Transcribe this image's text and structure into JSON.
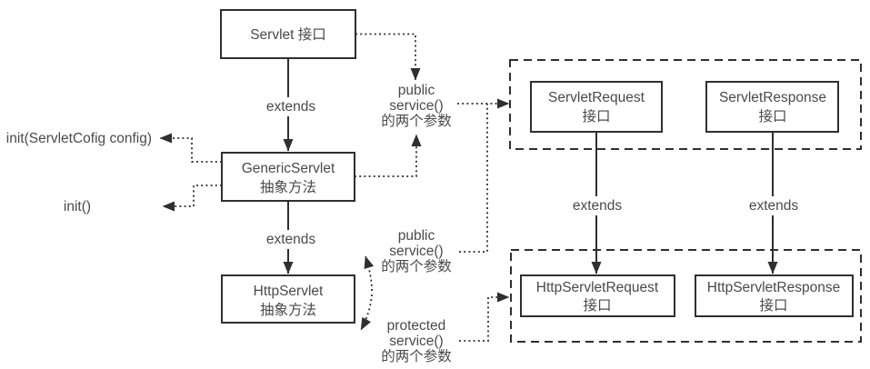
{
  "colors": {
    "line": "#2f2f2f",
    "text": "#4a4a4a",
    "bg": "#ffffff"
  },
  "nodes": {
    "servlet": {
      "title": "Servlet 接口"
    },
    "generic_servlet": {
      "title": "GenericServlet",
      "subtitle": "抽象方法"
    },
    "http_servlet": {
      "title": "HttpServlet",
      "subtitle": "抽象方法"
    },
    "servlet_request": {
      "title": "ServletRequest",
      "subtitle": "接口"
    },
    "servlet_response": {
      "title": "ServletResponse",
      "subtitle": "接口"
    },
    "http_servlet_request": {
      "title": "HttpServletRequest",
      "subtitle": "接口"
    },
    "http_servlet_response": {
      "title": "HttpServletResponse",
      "subtitle": "接口"
    }
  },
  "edge_labels": {
    "extends_servlet_to_generic": "extends",
    "extends_generic_to_http": "extends",
    "extends_request": "extends",
    "extends_response": "extends"
  },
  "annotations": {
    "init_config": "init(ServletCofig config)",
    "init_noargs": "init()",
    "public_service_top": {
      "l1": "public",
      "l2": "service()",
      "l3": "的两个参数"
    },
    "public_service_mid": {
      "l1": "public",
      "l2": "service()",
      "l3": "的两个参数"
    },
    "protected_service": {
      "l1": "protected",
      "l2": "service()",
      "l3": "的两个参数"
    }
  }
}
